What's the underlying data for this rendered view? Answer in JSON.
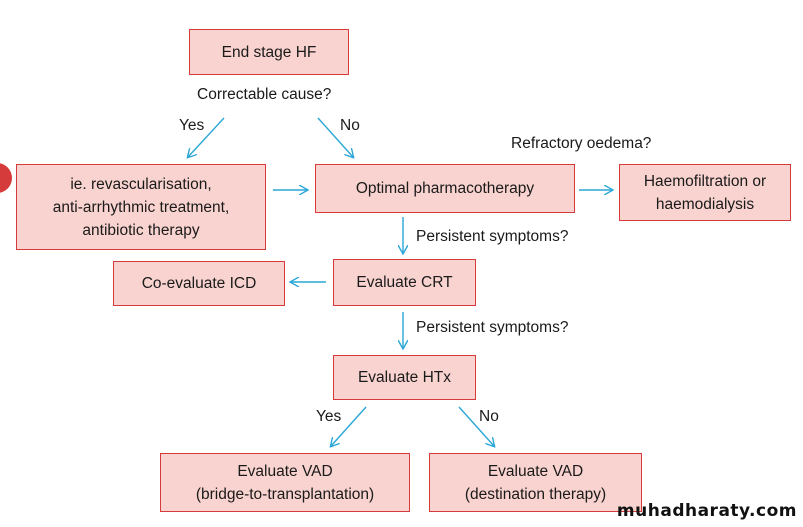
{
  "nodes": {
    "end_stage": {
      "lines": [
        "End stage HF"
      ]
    },
    "causes": {
      "lines": [
        "ie. revascularisation,",
        "anti-arrhythmic treatment,",
        "antibiotic therapy"
      ]
    },
    "optimal": {
      "lines": [
        "Optimal pharmacotherapy"
      ]
    },
    "haemo": {
      "lines": [
        "Haemofiltration or",
        "haemodialysis"
      ]
    },
    "icd": {
      "lines": [
        "Co-evaluate ICD"
      ]
    },
    "crt": {
      "lines": [
        "Evaluate CRT"
      ]
    },
    "htx": {
      "lines": [
        "Evaluate HTx"
      ]
    },
    "vad_bridge": {
      "lines": [
        "Evaluate VAD",
        "(bridge-to-transplantation)"
      ]
    },
    "vad_dest": {
      "lines": [
        "Evaluate VAD",
        "(destination therapy)"
      ]
    }
  },
  "labels": {
    "correctable_cause": "Correctable cause?",
    "yes_1": "Yes",
    "no_1": "No",
    "refractory": "Refractory oedema?",
    "persistent_1": "Persistent symptoms?",
    "persistent_2": "Persistent symptoms?",
    "yes_2": "Yes",
    "no_2": "No"
  },
  "watermark": "muhadharaty.com",
  "colors": {
    "box_fill": "#f9d3cf",
    "box_border": "#d63b3b",
    "arrow": "#2aa7d6"
  }
}
